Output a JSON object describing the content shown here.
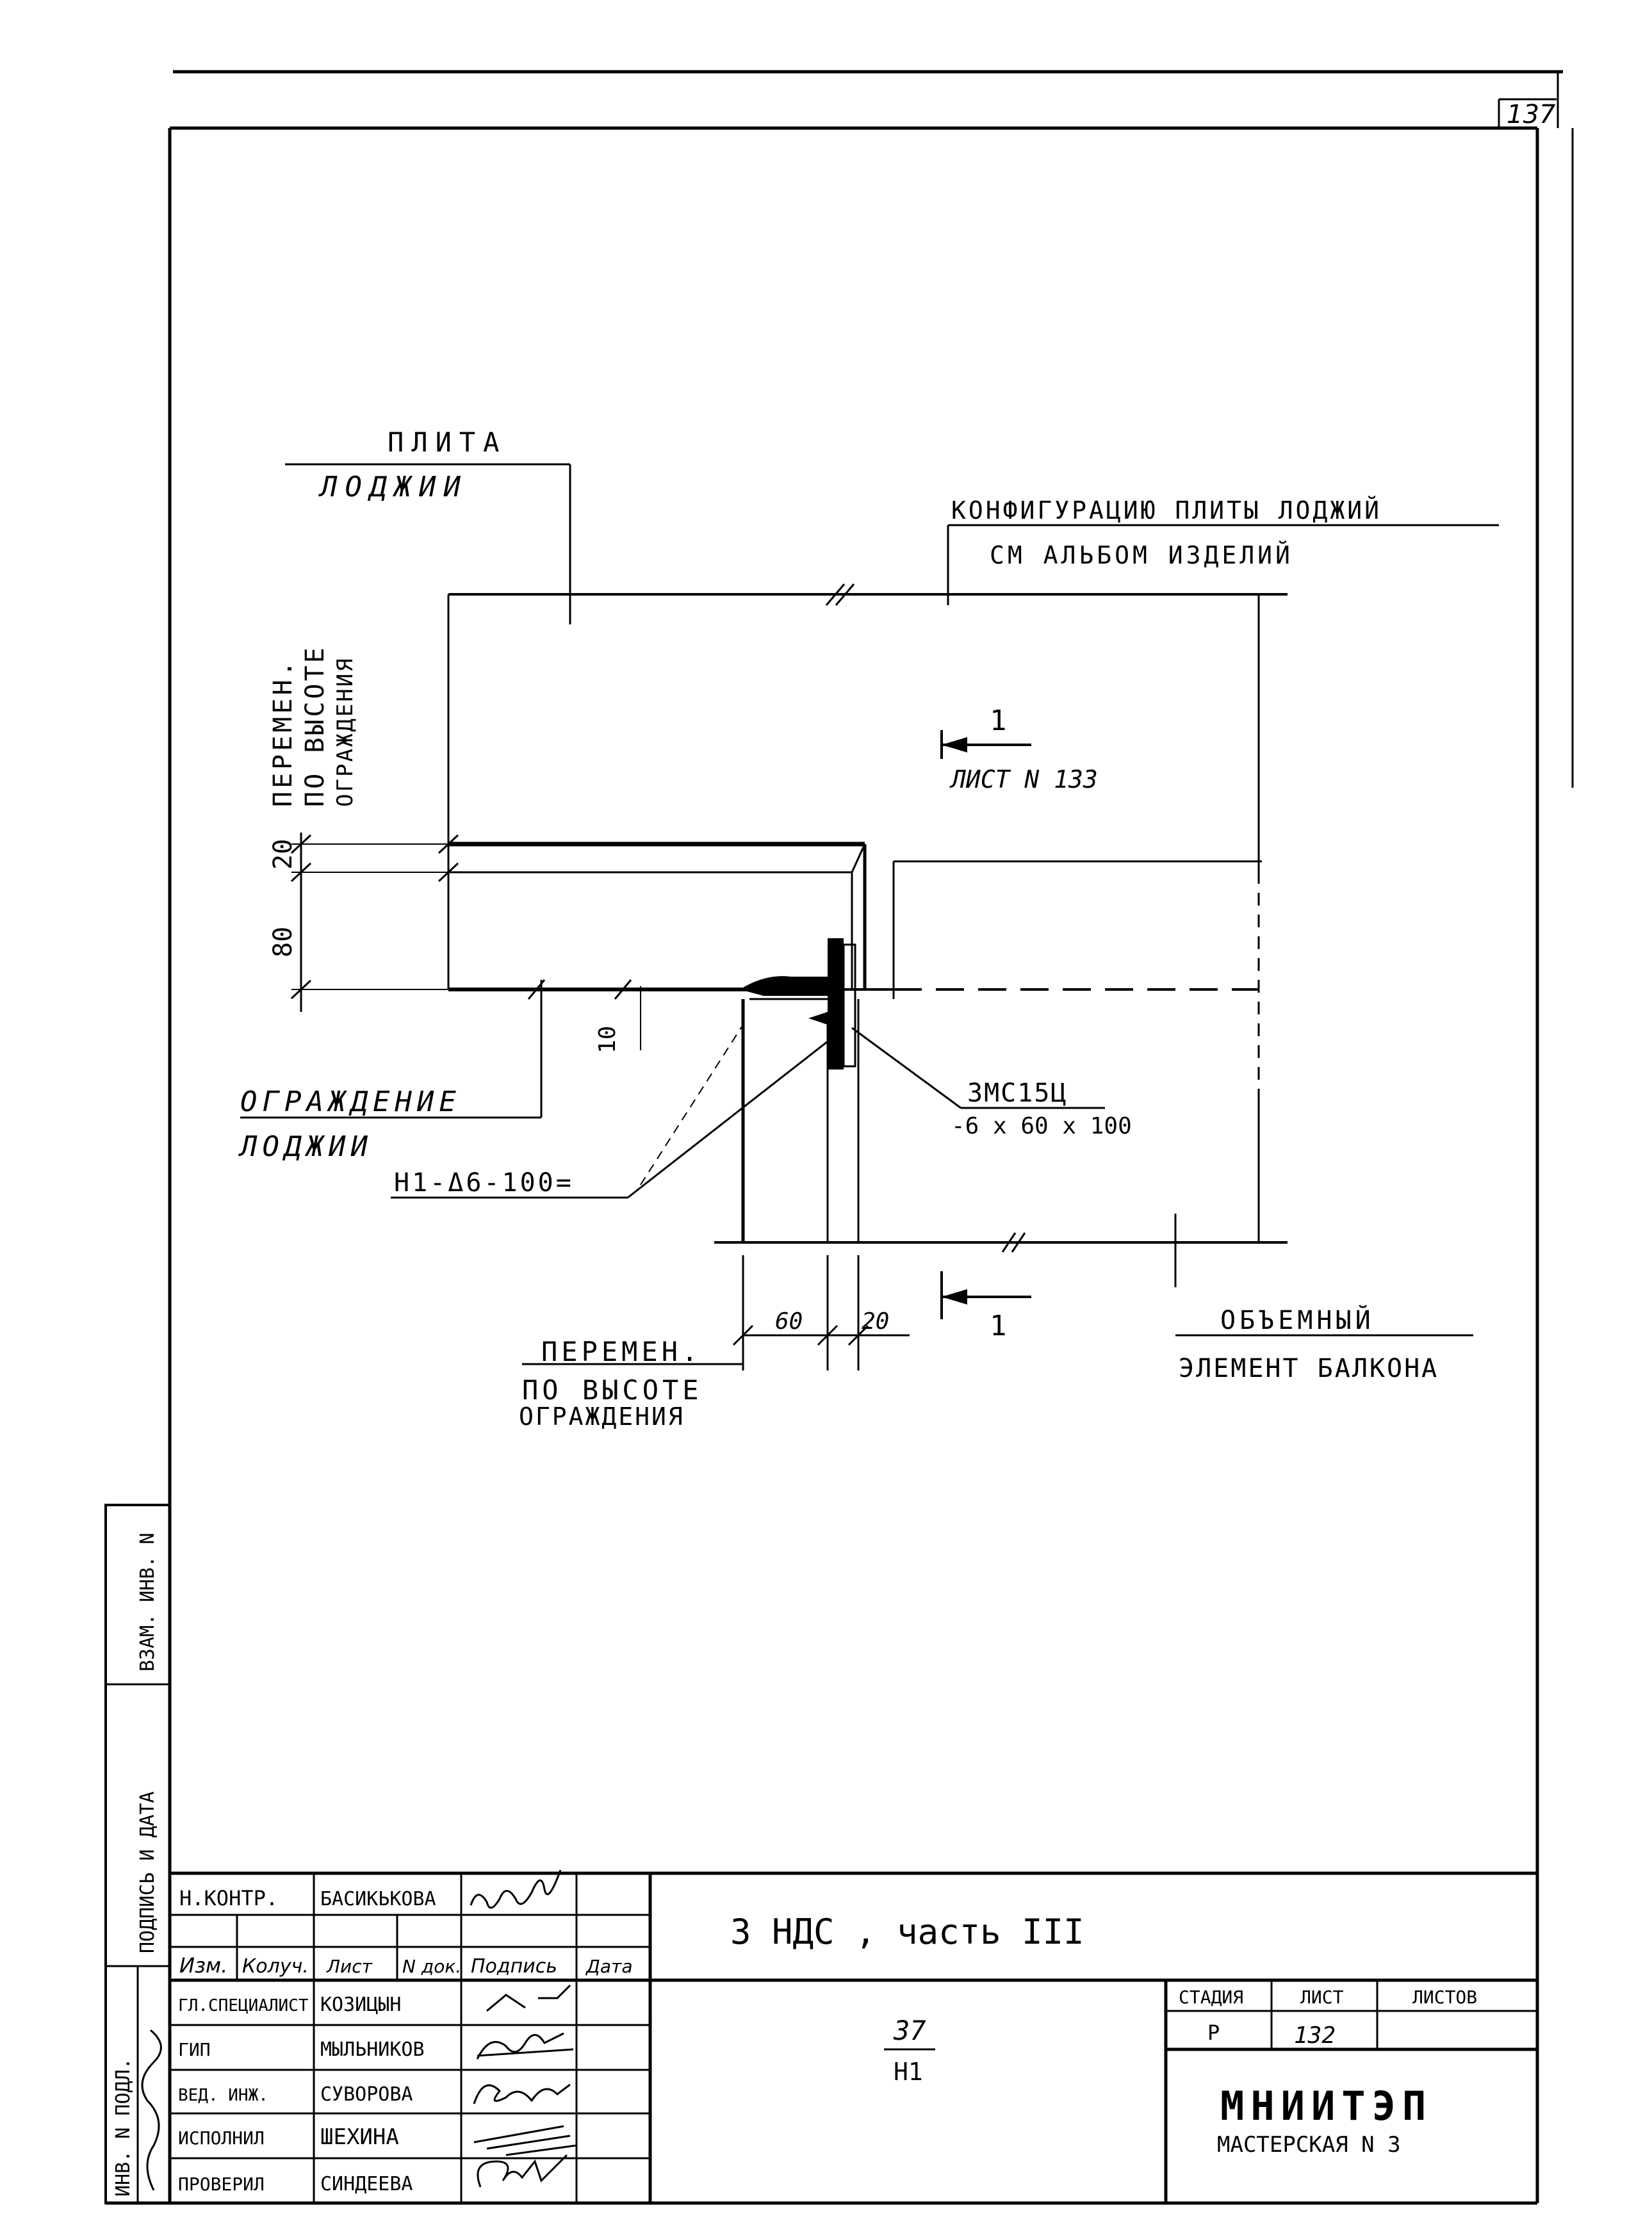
{
  "sheet_number_corner": "137",
  "labels": {
    "plate_top": "ПЛИТА",
    "plate_bottom": "ЛОДЖИИ",
    "config_top": "КОНФИГУРАЦИЮ ПЛИТЫ ЛОДЖИЙ",
    "config_bottom": "СМ АЛЬБОМ ИЗДЕЛИЙ",
    "vert_left_1": "ПЕРЕМЕН.",
    "vert_left_2": "ПО ВЫСОТЕ",
    "vert_left_3": "ОГРАЖДЕНИЯ",
    "dim_20": "20",
    "dim_80": "80",
    "dim_10": "10",
    "fence_top": "ОГРАЖДЕНИЕ",
    "fence_bottom": "ЛОДЖИИ",
    "section_top_num": "1",
    "section_top_ref": "ЛИСТ N 133",
    "section_bottom_num": "1",
    "weld_top": "3МС15Ц",
    "weld_bottom": "-6 х 60 х 100",
    "rebar": "Н1-Δ6-100=",
    "dim_bottom_60": "60",
    "dim_bottom_20": "20",
    "bottom_var_1": "ПЕРЕМЕН.",
    "bottom_var_2": "ПО ВЫСОТЕ",
    "bottom_var_3": "ОГРАЖДЕНИЯ",
    "volume_top": "ОБЪЕМНЫЙ",
    "volume_bottom": "ЭЛЕМЕНТ БАЛКОНА"
  },
  "side_stamp": {
    "cell1": "ИНВ. N ПОДЛ.",
    "cell2": "ПОДПИСЬ И ДАТА",
    "cell3": "ВЗАМ. ИНВ. N"
  },
  "title_block": {
    "project_title": "3 НДС , часть III",
    "nkontr_role": "Н.КОНТР.",
    "nkontr_name": "БАСИКЬКОВА",
    "hdr_izm": "Изм.",
    "hdr_koluch": "Колуч.",
    "hdr_list": "Лист",
    "hdr_ndok": "N док.",
    "hdr_podpis": "Подпись",
    "hdr_data": "Дата",
    "rows": [
      {
        "role": "ГЛ.СПЕЦИАЛИСТ",
        "name": "КОЗИЦЫН"
      },
      {
        "role": "ГИП",
        "name": "МЫЛЬНИКОВ"
      },
      {
        "role": "ВЕД. ИНЖ.",
        "name": "СУВОРОВА"
      },
      {
        "role": "ИСПОЛНИЛ",
        "name": "ШЕХИНА"
      },
      {
        "role": "ПРОВЕРИЛ",
        "name": "СИНДЕЕВА"
      }
    ],
    "drawing_code_top": "37",
    "drawing_code_bottom": "Н1",
    "stage_label": "СТАДИЯ",
    "sheet_label": "ЛИСТ",
    "sheets_label": "ЛИСТОВ",
    "stage_value": "Р",
    "sheet_value": "132",
    "org_name": "МНИИТЭП",
    "org_sub": "МАСТЕРСКАЯ N 3"
  }
}
